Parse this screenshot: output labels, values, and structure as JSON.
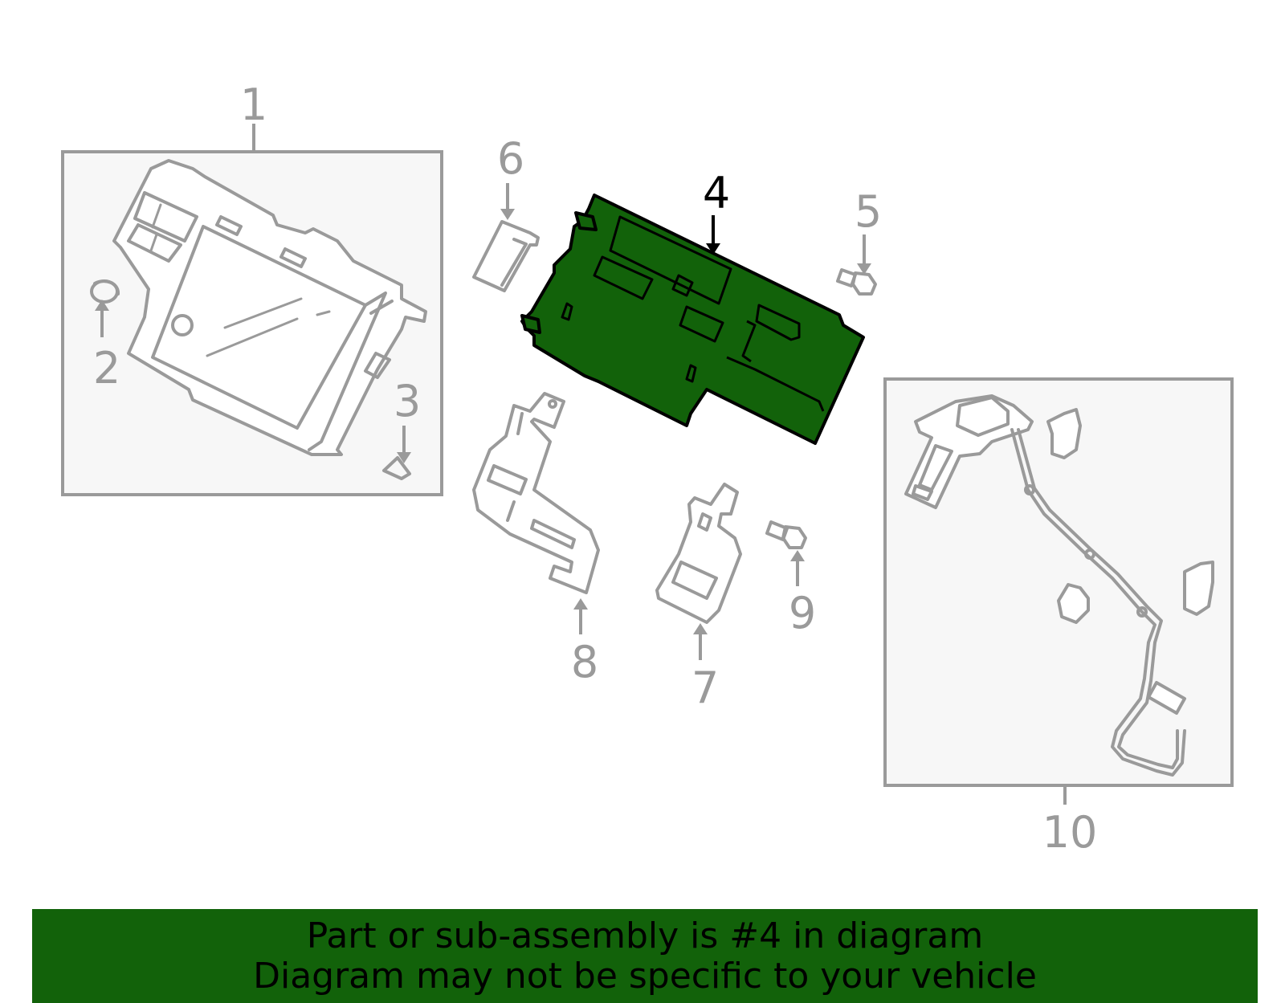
{
  "diagram": {
    "callouts": [
      {
        "id": "1",
        "label": "1"
      },
      {
        "id": "2",
        "label": "2"
      },
      {
        "id": "3",
        "label": "3"
      },
      {
        "id": "4",
        "label": "4",
        "highlighted": true
      },
      {
        "id": "5",
        "label": "5"
      },
      {
        "id": "6",
        "label": "6"
      },
      {
        "id": "7",
        "label": "7"
      },
      {
        "id": "8",
        "label": "8"
      },
      {
        "id": "9",
        "label": "9"
      },
      {
        "id": "10",
        "label": "10"
      }
    ],
    "highlighted_part": "4"
  },
  "banner": {
    "line1": "Part or sub-assembly is #4 in diagram",
    "line2": "Diagram may not be specific to your vehicle"
  },
  "colors": {
    "highlight_part": "#12620a",
    "banner_background": "#12620a",
    "line_gray": "#9a9a9a",
    "box_fill": "#f7f7f7"
  }
}
